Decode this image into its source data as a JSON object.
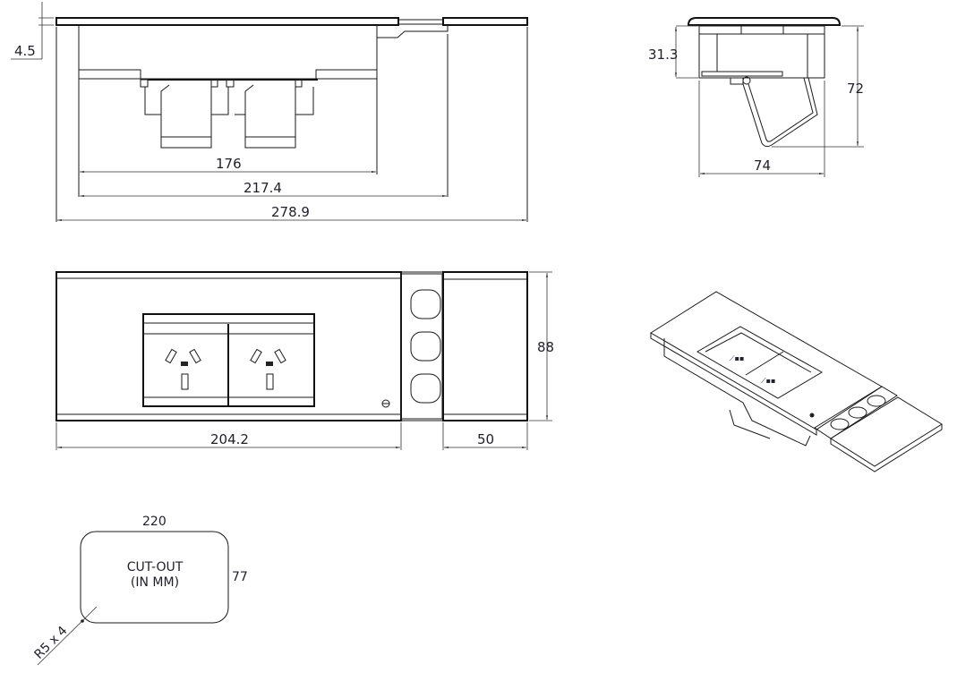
{
  "drawing": {
    "type": "technical-dimension-drawing",
    "units": "mm",
    "views": {
      "front_elevation": {
        "dimensions": {
          "flange_thickness": "4.5",
          "body_width": "176",
          "inner_width": "217.4",
          "overall_length": "278.9"
        }
      },
      "side_elevation": {
        "dimensions": {
          "body_depth": "31.3",
          "overall_depth": "72",
          "width": "74"
        }
      },
      "top_plan": {
        "dimensions": {
          "socket_section_length": "204.2",
          "lid_length": "50",
          "overall_width": "88"
        },
        "socket_count": 2,
        "cable_port_count": 3
      },
      "isometric": {
        "label": ""
      },
      "cutout": {
        "title_line1": "CUT-OUT",
        "title_line2": "(IN MM)",
        "width": "220",
        "height": "77",
        "corner_radius": "R5 x 4"
      }
    }
  },
  "colors": {
    "line": "#1a1a1a",
    "text": "#1f1f2a",
    "background": "#ffffff"
  }
}
